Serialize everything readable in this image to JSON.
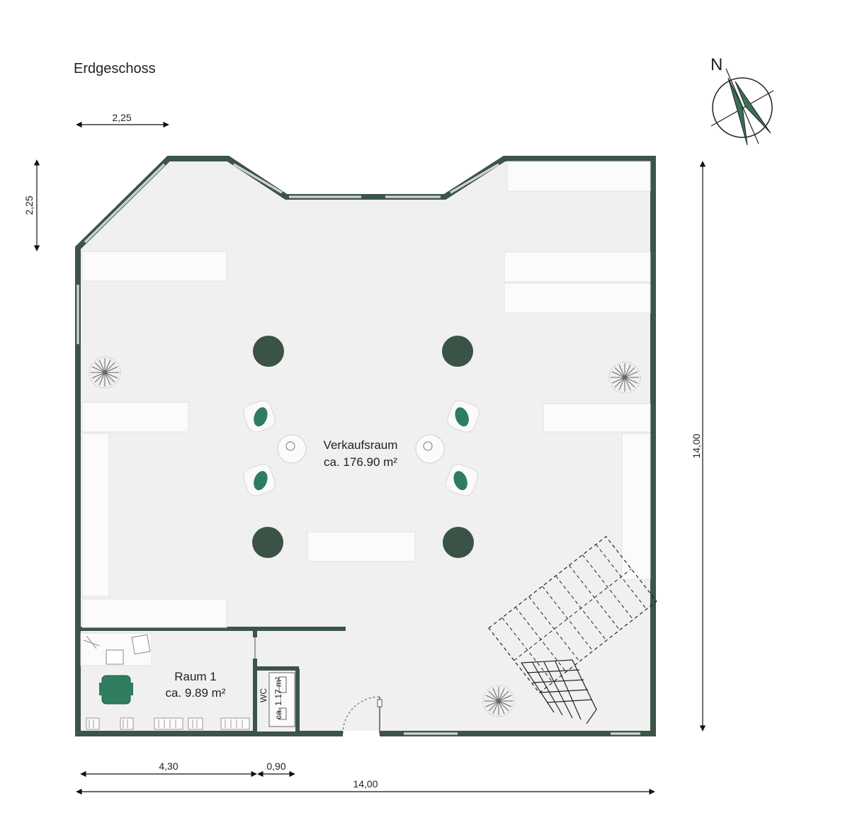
{
  "floor": {
    "title": "Erdgeschoss"
  },
  "compass": {
    "label": "N"
  },
  "rooms": {
    "sales": {
      "name": "Verkaufsraum",
      "area": "ca. 176.90 m²"
    },
    "room1": {
      "name": "Raum 1",
      "area": "ca. 9.89 m²"
    },
    "wc": {
      "name": "WC",
      "area": "ca. 1.17 m²"
    }
  },
  "dimensions": {
    "top": "2,25",
    "left": "2,25",
    "right": "14,00",
    "bottom_room1": "4,30",
    "bottom_wc": "0,90",
    "bottom_total": "14,00"
  },
  "colors": {
    "wall": "#3d5448",
    "floor": "#f0f0f0",
    "furniture": "#fbfbfb",
    "column": "#3b5246",
    "accent": "#2e7d5f"
  }
}
